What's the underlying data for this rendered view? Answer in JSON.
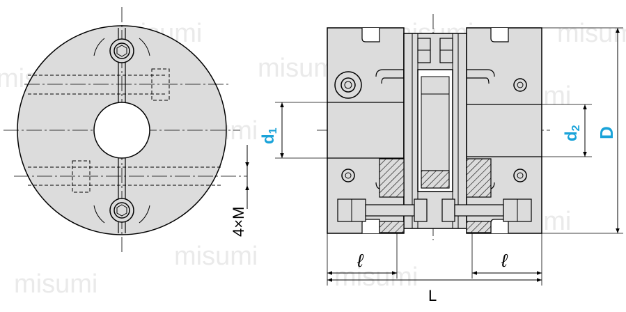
{
  "labels": {
    "d1": "d",
    "d1_sub": "1",
    "d2": "d",
    "d2_sub": "2",
    "D": "D",
    "l_left": "ℓ",
    "l_right": "ℓ",
    "L": "L",
    "screw": "4×M"
  },
  "watermark": "misumi",
  "colors": {
    "accent": "#1aa3d9",
    "line": "#000000",
    "fill": "#dcdcdc",
    "bore": "#ffffff"
  }
}
